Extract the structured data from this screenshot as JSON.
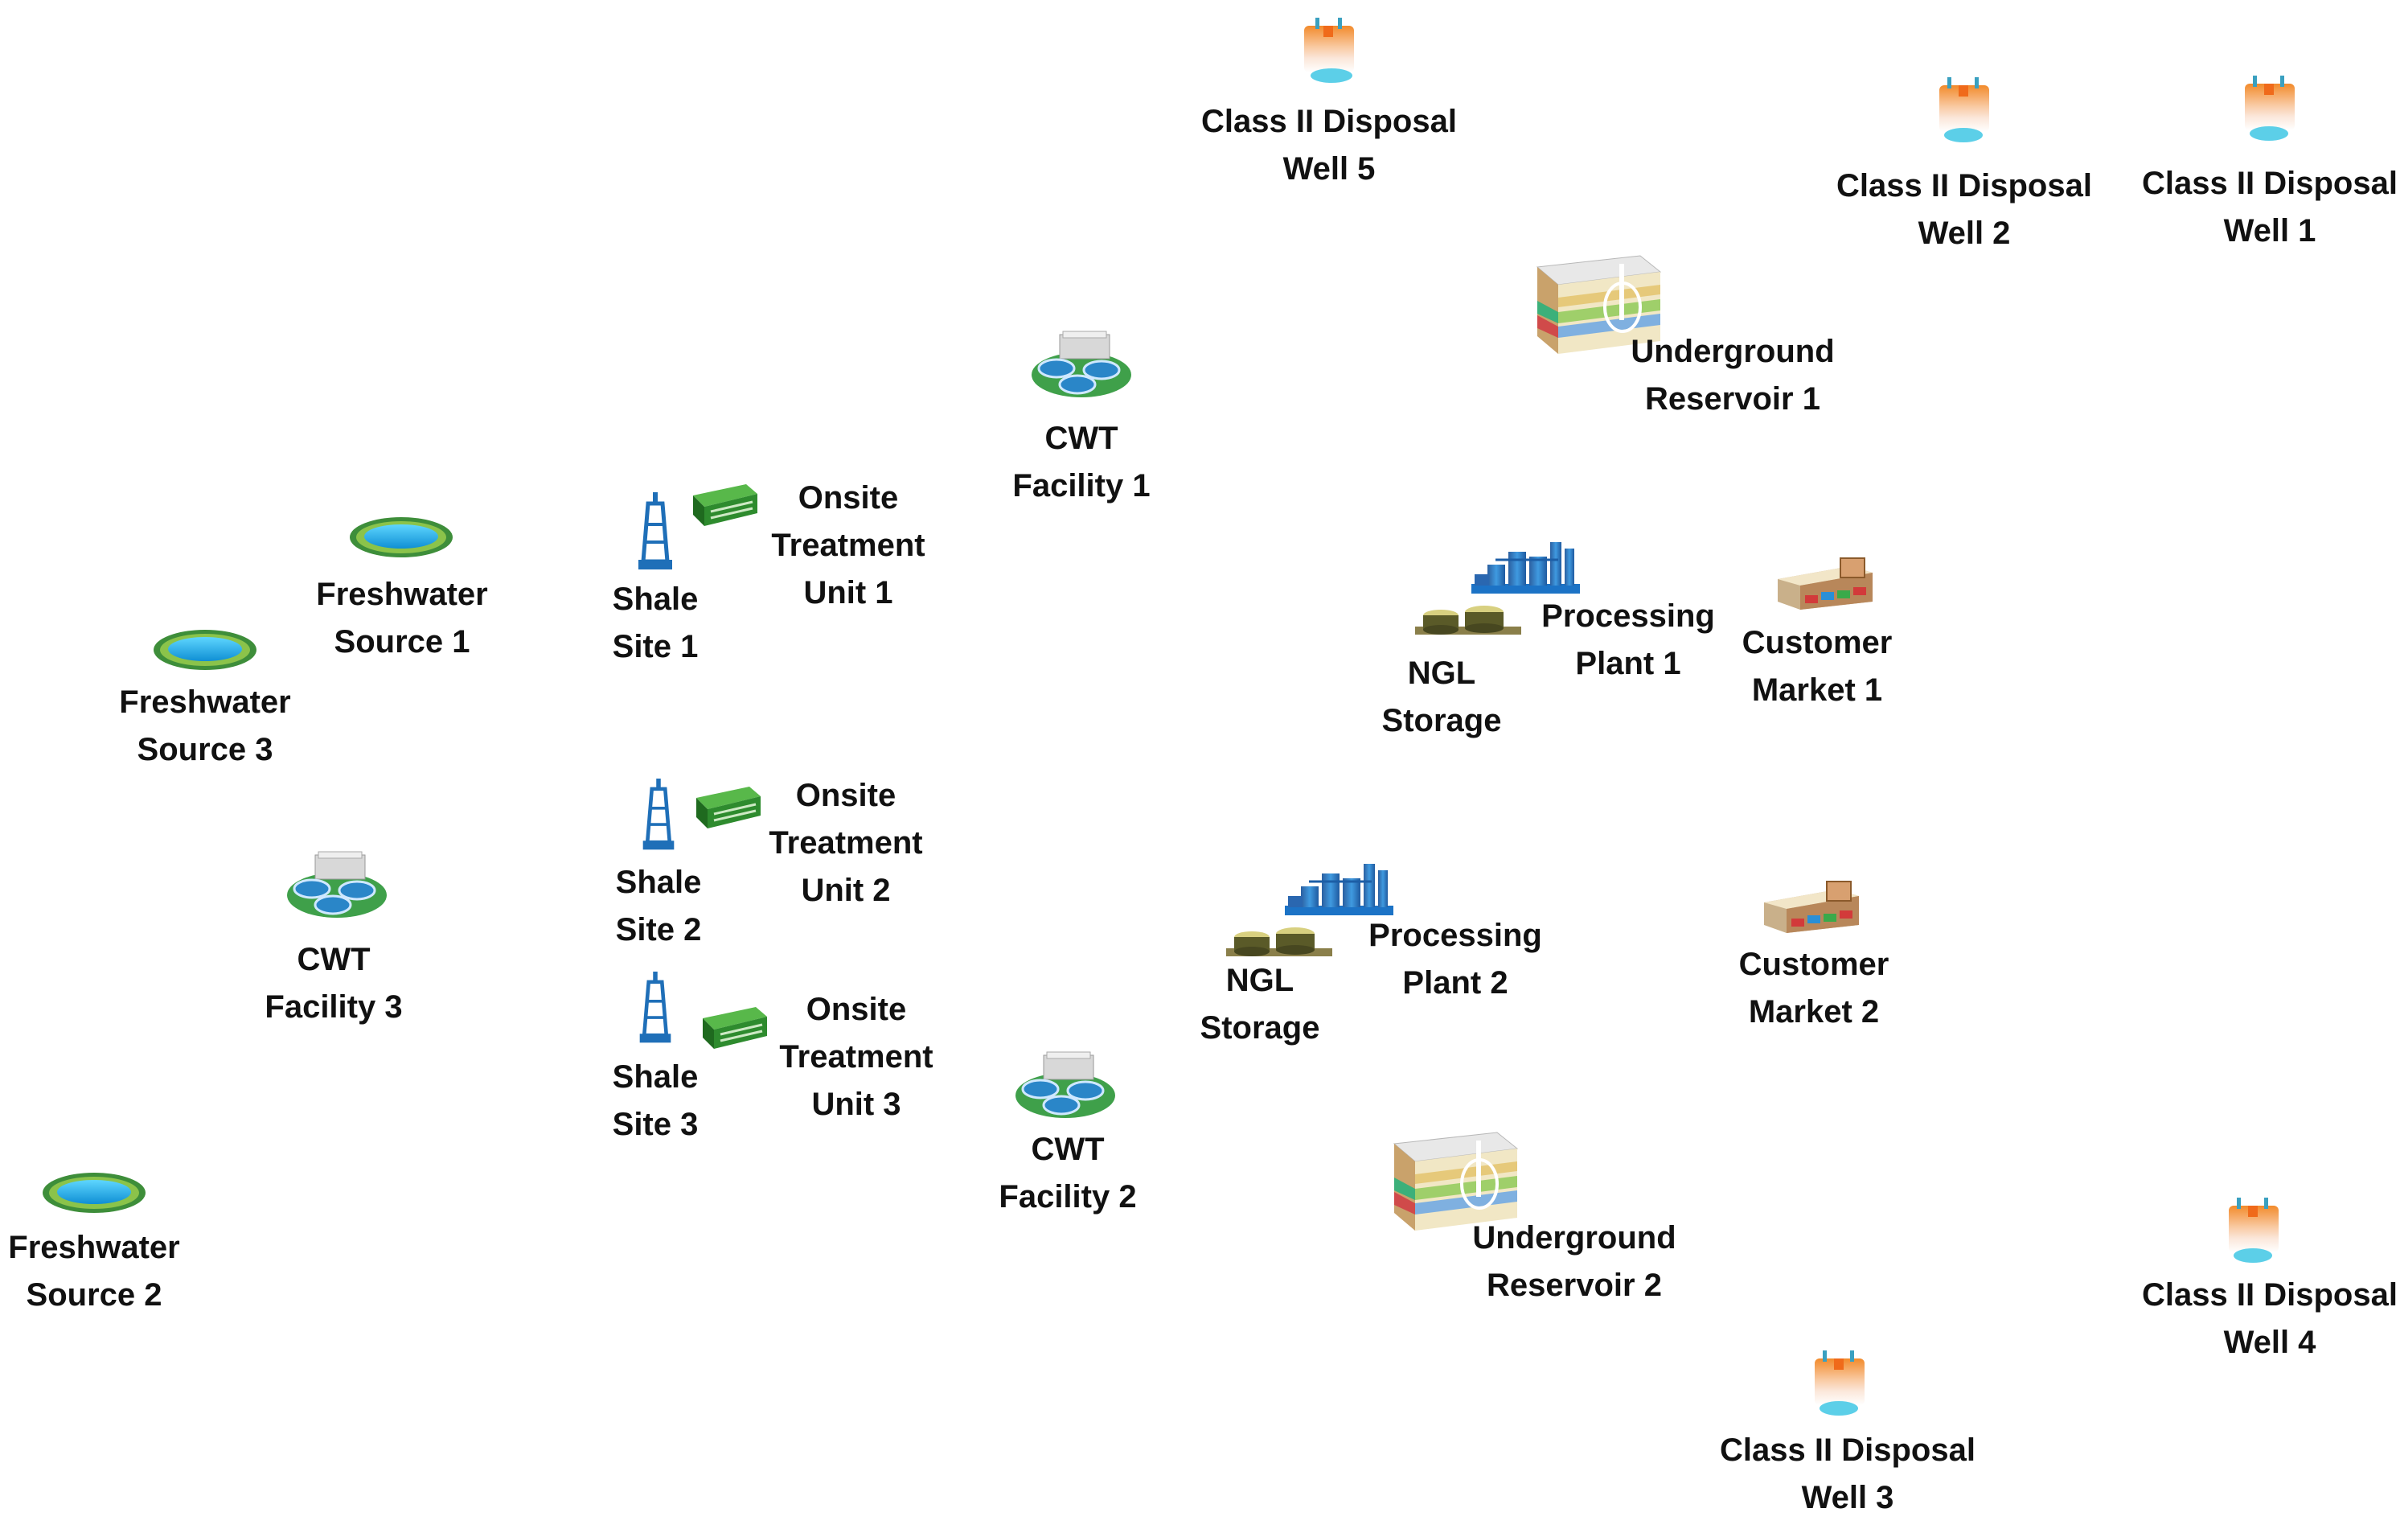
{
  "nodes": {
    "freshwater_source_1": {
      "icon": "pond-icon",
      "line1": "Freshwater",
      "line2": "Source 1"
    },
    "freshwater_source_2": {
      "icon": "pond-icon",
      "line1": "Freshwater",
      "line2": "Source 2"
    },
    "freshwater_source_3": {
      "icon": "pond-icon",
      "line1": "Freshwater",
      "line2": "Source 3"
    },
    "shale_site_1": {
      "icon": "drilling-rig-icon",
      "line1": "Shale",
      "line2": "Site 1"
    },
    "shale_site_2": {
      "icon": "drilling-rig-icon",
      "line1": "Shale",
      "line2": "Site 2"
    },
    "shale_site_3": {
      "icon": "drilling-rig-icon",
      "line1": "Shale",
      "line2": "Site 3"
    },
    "onsite_treatment_unit_1": {
      "icon": "treatment-trailer-icon",
      "line1": "Onsite",
      "line2": "Treatment",
      "line3": "Unit 1"
    },
    "onsite_treatment_unit_2": {
      "icon": "treatment-trailer-icon",
      "line1": "Onsite",
      "line2": "Treatment",
      "line3": "Unit 2"
    },
    "onsite_treatment_unit_3": {
      "icon": "treatment-trailer-icon",
      "line1": "Onsite",
      "line2": "Treatment",
      "line3": "Unit 3"
    },
    "cwt_facility_1": {
      "icon": "water-treatment-plant-icon",
      "line1": "CWT",
      "line2": "Facility 1"
    },
    "cwt_facility_2": {
      "icon": "water-treatment-plant-icon",
      "line1": "CWT",
      "line2": "Facility 2"
    },
    "cwt_facility_3": {
      "icon": "water-treatment-plant-icon",
      "line1": "CWT",
      "line2": "Facility 3"
    },
    "class_ii_disposal_well_1": {
      "icon": "disposal-well-icon",
      "line1": "Class II Disposal",
      "line2": "Well 1"
    },
    "class_ii_disposal_well_2": {
      "icon": "disposal-well-icon",
      "line1": "Class II Disposal",
      "line2": "Well 2"
    },
    "class_ii_disposal_well_3": {
      "icon": "disposal-well-icon",
      "line1": "Class II Disposal",
      "line2": "Well 3"
    },
    "class_ii_disposal_well_4": {
      "icon": "disposal-well-icon",
      "line1": "Class II Disposal",
      "line2": "Well 4"
    },
    "class_ii_disposal_well_5": {
      "icon": "disposal-well-icon",
      "line1": "Class II Disposal",
      "line2": "Well 5"
    },
    "underground_reservoir_1": {
      "icon": "geologic-reservoir-icon",
      "line1": "Underground",
      "line2": "Reservoir 1"
    },
    "underground_reservoir_2": {
      "icon": "geologic-reservoir-icon",
      "line1": "Underground",
      "line2": "Reservoir 2"
    },
    "processing_plant_1": {
      "icon": "processing-plant-icon",
      "line1": "Processing",
      "line2": "Plant 1"
    },
    "processing_plant_2": {
      "icon": "processing-plant-icon",
      "line1": "Processing",
      "line2": "Plant 2"
    },
    "ngl_storage_1": {
      "icon": "storage-tanks-icon",
      "line1": "NGL",
      "line2": "Storage"
    },
    "ngl_storage_2": {
      "icon": "storage-tanks-icon",
      "line1": "NGL",
      "line2": "Storage"
    },
    "customer_market_1": {
      "icon": "market-building-icon",
      "line1": "Customer",
      "line2": "Market 1"
    },
    "customer_market_2": {
      "icon": "market-building-icon",
      "line1": "Customer",
      "line2": "Market 2"
    }
  },
  "colors": {
    "pond_water": "#1aa8e6",
    "pond_grass": "#3e8e3a",
    "rig_blue": "#1f6fb8",
    "trailer_green": "#2e8b2e",
    "plant_blue": "#1c73c6",
    "tank_olive": "#6b6a2a",
    "well_orange": "#f5a04a",
    "well_cyan": "#5ccfe8",
    "label_text": "#111111"
  }
}
